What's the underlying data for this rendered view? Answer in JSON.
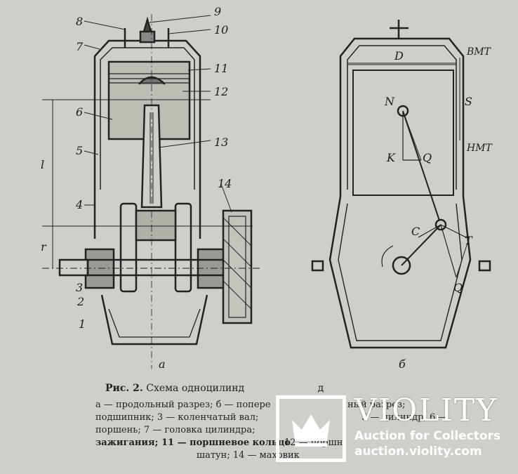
{
  "figure": {
    "part_labels_a": [
      "1",
      "2",
      "3",
      "4",
      "5",
      "6",
      "7",
      "8",
      "9",
      "10",
      "11",
      "12",
      "13",
      "14"
    ],
    "dim_labels_a": {
      "l": "l",
      "r": "r"
    },
    "subfig_a": "а",
    "subfig_b": "б",
    "labels_b": {
      "D": "D",
      "BMT": "ВМТ",
      "HMT": "НМТ",
      "S": "S",
      "N": "N",
      "K": "K",
      "Q1": "Q",
      "C": "C",
      "T": "T",
      "Q2": "Q"
    }
  },
  "caption": {
    "title": "Рис. 2.",
    "title_text": "Схема одноцилинд",
    "title_tail": "д",
    "lines": [
      "а — продольный разрез; б — попере",
      "подшипник; 3 — коленчатый вал;",
      "поршень; 7 — головка цилиндра;",
      "зажигания; 11 — поршневое кольцо",
      "шатун; 14 — маховик"
    ],
    "fragments": [
      "ный разрез;",
      "5 — цилиндр; 6 —",
      "12 — поршн"
    ]
  },
  "watermark": {
    "brand": "VIOLITY",
    "subtitle": "Auction for Collectors",
    "url": "auction.violity.com"
  }
}
